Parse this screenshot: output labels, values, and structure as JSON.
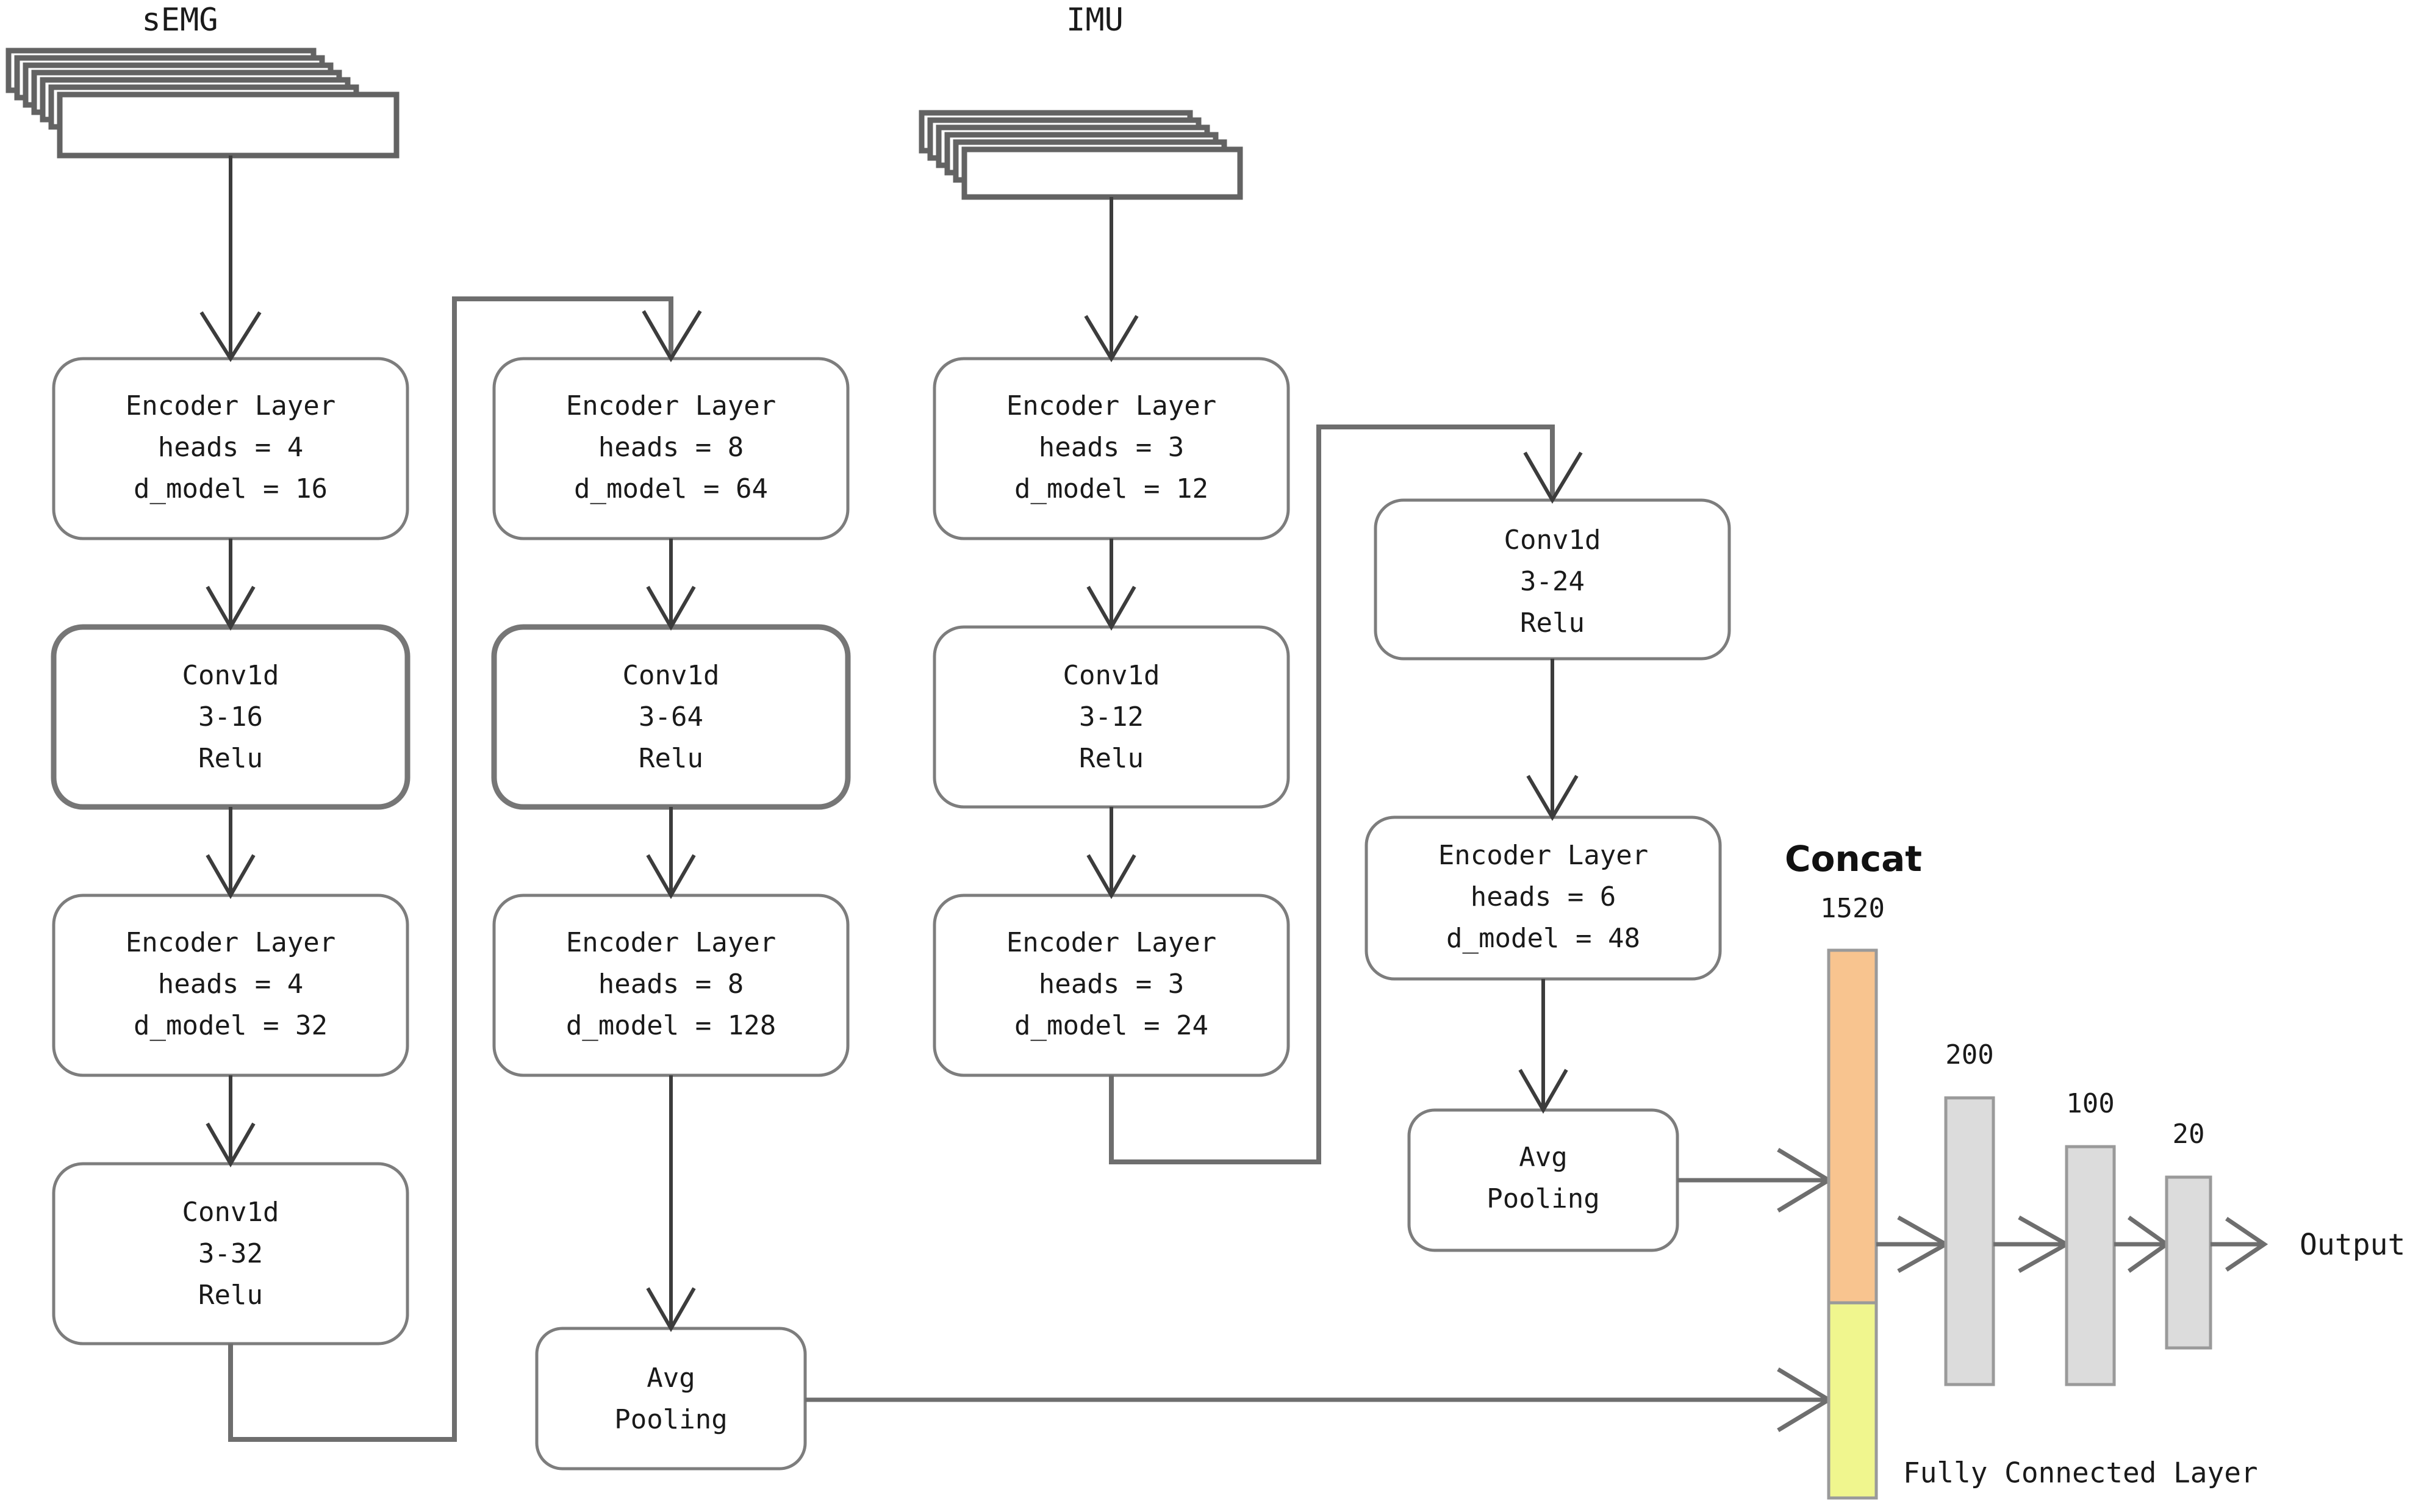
{
  "diagram": {
    "title_hidden": "",
    "inputs": [
      {
        "id": "semg",
        "label": "sEMG",
        "stack_layers": 7
      },
      {
        "id": "imu",
        "label": "IMU",
        "stack_layers": 6
      }
    ],
    "blocks": [
      {
        "id": "enc-semg-1",
        "type": "encoder",
        "line1": "Encoder Layer",
        "line2": "heads = 4",
        "line3": "d_model = 16"
      },
      {
        "id": "conv-semg-1",
        "type": "conv",
        "line1": "Conv1d",
        "line2": "3-16",
        "line3": "Relu"
      },
      {
        "id": "enc-semg-2",
        "type": "encoder",
        "line1": "Encoder Layer",
        "line2": "heads = 4",
        "line3": "d_model = 32"
      },
      {
        "id": "conv-semg-2",
        "type": "conv",
        "line1": "Conv1d",
        "line2": "3-32",
        "line3": "Relu"
      },
      {
        "id": "enc-semg-3",
        "type": "encoder",
        "line1": "Encoder Layer",
        "line2": "heads = 8",
        "line3": "d_model = 64"
      },
      {
        "id": "conv-semg-3",
        "type": "conv",
        "line1": "Conv1d",
        "line2": "3-64",
        "line3": "Relu"
      },
      {
        "id": "enc-semg-4",
        "type": "encoder",
        "line1": "Encoder Layer",
        "line2": "heads = 8",
        "line3": "d_model = 128"
      },
      {
        "id": "pool-semg",
        "type": "pool",
        "line1": "Avg",
        "line2": "Pooling",
        "line3": ""
      },
      {
        "id": "enc-imu-1",
        "type": "encoder",
        "line1": "Encoder Layer",
        "line2": "heads = 3",
        "line3": "d_model = 12"
      },
      {
        "id": "conv-imu-1",
        "type": "conv",
        "line1": "Conv1d",
        "line2": "3-12",
        "line3": "Relu"
      },
      {
        "id": "enc-imu-2",
        "type": "encoder",
        "line1": "Encoder Layer",
        "line2": "heads = 3",
        "line3": "d_model = 24"
      },
      {
        "id": "conv-imu-2",
        "type": "conv",
        "line1": "Conv1d",
        "line2": "3-24",
        "line3": "Relu"
      },
      {
        "id": "enc-imu-3",
        "type": "encoder",
        "line1": "Encoder Layer",
        "line2": "heads = 6",
        "line3": "d_model = 48"
      },
      {
        "id": "pool-imu",
        "type": "pool",
        "line1": "Avg",
        "line2": "Pooling",
        "line3": ""
      }
    ],
    "concat": {
      "title": "Concat",
      "size": "1520",
      "top_color": "#f8c48f",
      "bottom_color": "#f0f68e",
      "border_color": "#9a9a9a"
    },
    "fully_connected": {
      "caption": "Fully Connected Layer",
      "bar_color": "#dcdcdc",
      "border_color": "#9a9a9a",
      "layers": [
        {
          "label": "200"
        },
        {
          "label": "100"
        },
        {
          "label": "20"
        }
      ]
    },
    "output": {
      "label": "Output"
    }
  }
}
